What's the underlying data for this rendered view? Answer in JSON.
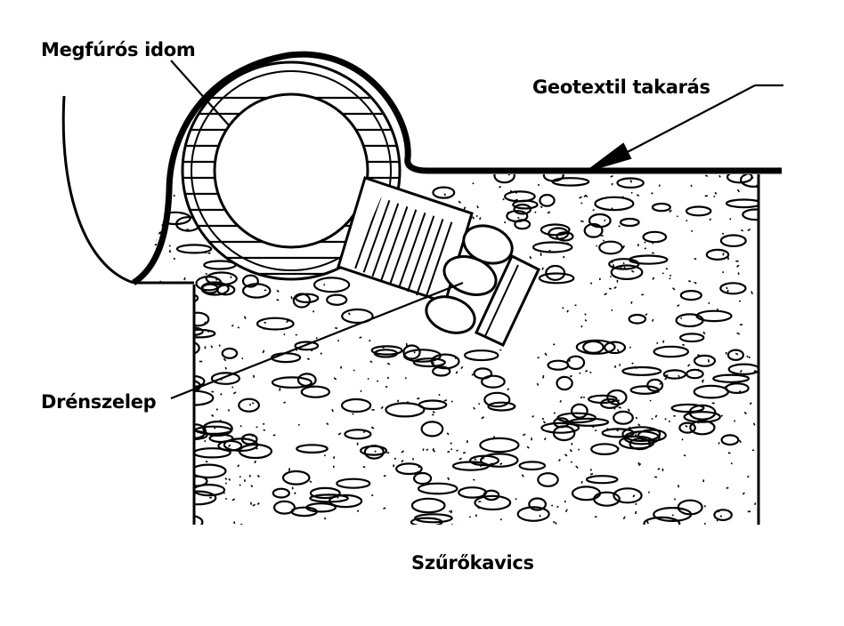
{
  "labels": {
    "perforated_shape": "Megfúrós idom",
    "geotextile_cover": "Geotextil takarás",
    "drain_valve": "Drénszelep",
    "filter_gravel": "Szűrőkavics"
  },
  "colors": {
    "ink": "#000000",
    "background": "#ffffff"
  }
}
